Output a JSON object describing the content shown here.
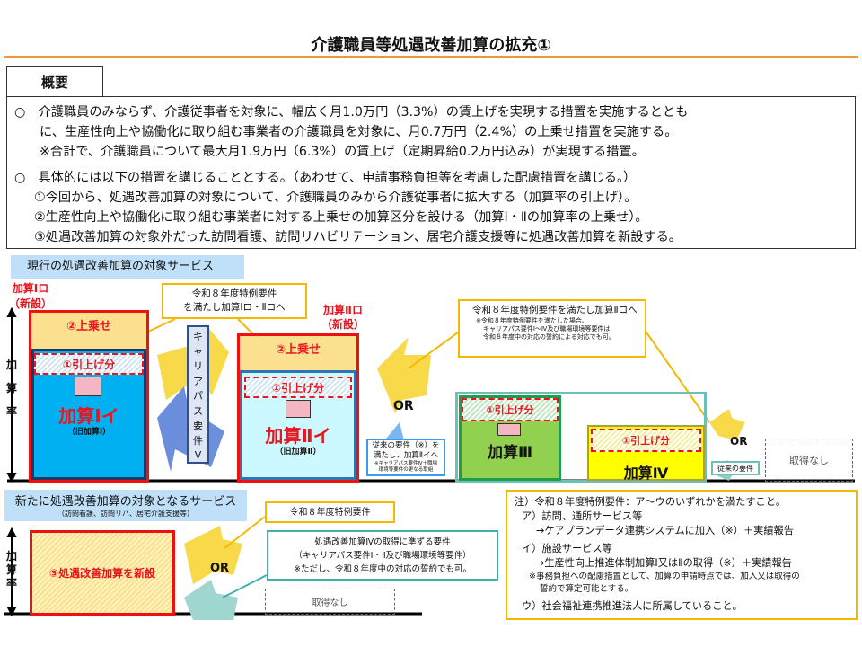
{
  "title": "介護職員等処遇改善加算の拡充①",
  "overview": {
    "tab": "概要",
    "lines": [
      "○　介護職員のみならず、介護従事者を対象に、幅広く月1.0万円（3.3%）の賃上げを実現する措置を実施するととも",
      "に、生産性向上や協働化に取り組む事業者の介護職員を対象に、月0.7万円（2.4%）の上乗せ措置を実施する。",
      "※合計で、介護職員について最大月1.9万円（6.3%）の賃上げ（定期昇給0.2万円込み）が実現する措置。",
      "○　具体的には以下の措置を講じることとする。（あわせて、申請事務負担等を考慮した配慮措置を講じる。）",
      "①今回から、処遇改善加算の対象について、介護職員のみから介護従事者に拡大する（加算率の引上げ）。",
      "②生産性向上や協働化に取り組む事業者に対する上乗せの加算区分を設ける（加算Ⅰ・Ⅱの加算率の上乗せ）。",
      "③処遇改善加算の対象外だった訪問看護、訪問リハビリテーション、居宅介護支援等に処遇改善加算を新設する。"
    ]
  },
  "current": {
    "header": "現行の処遇改善加算の対象サービス",
    "axis": [
      "加",
      "算",
      "率"
    ],
    "k1ro": [
      "加算Ⅰロ",
      "（新設）"
    ],
    "k2ro": [
      "加算Ⅱロ",
      "（新設）"
    ],
    "uwanose": "②上乗せ",
    "hikiage": "①引上げ分",
    "k1i": "加算Ⅰイ",
    "k1i_old": "（旧加算Ⅰ）",
    "k2i": "加算Ⅱイ",
    "k2i_old": "（旧加算Ⅱ）",
    "career": [
      "キ",
      "ャ",
      "リ",
      "ア",
      "パ",
      "ス",
      "要",
      "件",
      "Ⅴ"
    ],
    "callout1": [
      "令和８年度特例要件",
      "を満たし加算Ⅰロ・Ⅱロへ"
    ],
    "callout2": [
      "令和８年度特例要件を満たし加算Ⅱロへ",
      "※令和８年度特例要件を満たした場合、",
      "キャリアパス要件Ⅰ～Ⅳ及び職場環境等要件は",
      "令和８年度中の対応の誓約による対応でも可。"
    ],
    "or": "OR",
    "conv_box": [
      "従来の要件（※）を",
      "満たし、加算Ⅱイへ",
      "※キャリアパス要件Ⅳ＋職場",
      "環境等要件の更なる取組"
    ],
    "k3": "加算Ⅲ",
    "k4": "加算Ⅳ",
    "conv_small": "従来の要件",
    "none": "取得なし"
  },
  "new": {
    "header": "新たに処遇改善加算の対象となるサービス",
    "sub": "（訪問看護、訪問リハ、居宅介護支援等）",
    "axis": [
      "加",
      "算",
      "率"
    ],
    "newbox": "③処遇改善加算を新設",
    "callout1": "令和８年度特例要件",
    "callout2": [
      "処遇改善加算Ⅳの取得に準ずる要件",
      "（キャリアパス要件Ⅰ・Ⅱ及び職場環境等要件）",
      "※ただし、令和８年度中の対応の誓約でも可。"
    ],
    "or": "OR",
    "none": "取得なし"
  },
  "notes": [
    "注）令和８年度特例要件：ア～ウのいずれかを満たすこと。",
    "ア）訪問、通所サービス等",
    "→ケアプランデータ連携システムに加入（※）＋実績報告",
    "イ）施設サービス等",
    "→生産性向上推進体制加算Ⅰ又はⅡの取得（※）＋実績報告",
    "※事務負担への配慮措置として、加算の申請時点では、加入又は取得の",
    "誓約で算定可能とする。",
    "ウ）社会福祉連携推進法人に所属していること。"
  ]
}
